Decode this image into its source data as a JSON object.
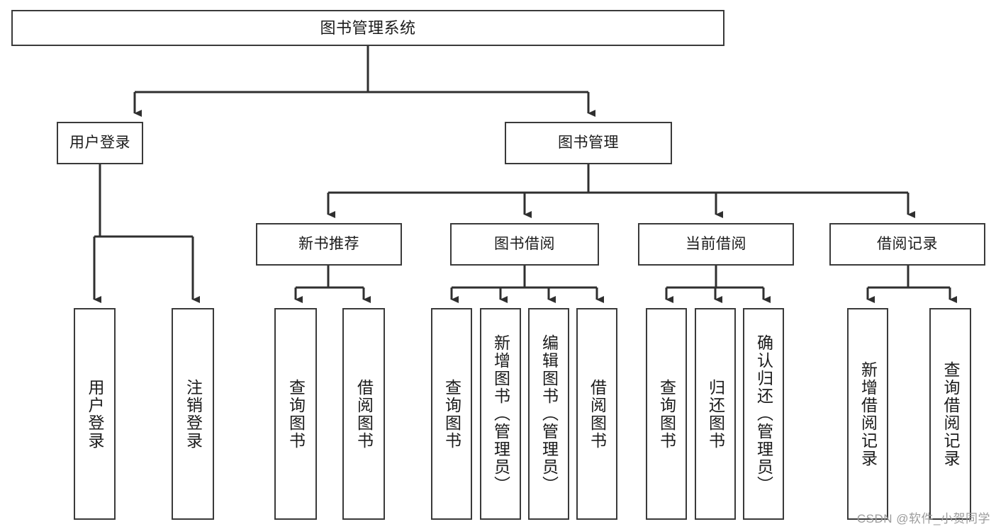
{
  "diagram": {
    "title": "图书管理系统",
    "type": "tree-hierarchy-diagram",
    "root": {
      "id": "root",
      "label": "图书管理系统"
    },
    "level2": [
      {
        "id": "user-login",
        "label": "用户登录"
      },
      {
        "id": "book-management",
        "label": "图书管理"
      }
    ],
    "level3": [
      {
        "id": "new-book-recommend",
        "label": "新书推荐"
      },
      {
        "id": "book-borrow",
        "label": "图书借阅"
      },
      {
        "id": "current-borrow",
        "label": "当前借阅"
      },
      {
        "id": "borrow-record",
        "label": "借阅记录"
      }
    ],
    "leaves": [
      {
        "id": "leaf-user-login",
        "label": "用户登录",
        "parent": "user-login"
      },
      {
        "id": "leaf-logout",
        "label": "注销登录",
        "parent": "user-login"
      },
      {
        "id": "leaf-query-book-1",
        "label": "查询图书",
        "parent": "new-book-recommend"
      },
      {
        "id": "leaf-borrow-book-1",
        "label": "借阅图书",
        "parent": "new-book-recommend"
      },
      {
        "id": "leaf-query-book-2",
        "label": "查询图书",
        "parent": "book-borrow"
      },
      {
        "id": "leaf-add-book",
        "label": "新增图书（管理员）",
        "parent": "book-borrow"
      },
      {
        "id": "leaf-edit-book",
        "label": "编辑图书（管理员）",
        "parent": "book-borrow"
      },
      {
        "id": "leaf-borrow-book-2",
        "label": "借阅图书",
        "parent": "book-borrow"
      },
      {
        "id": "leaf-query-book-3",
        "label": "查询图书",
        "parent": "current-borrow"
      },
      {
        "id": "leaf-return-book",
        "label": "归还图书",
        "parent": "current-borrow"
      },
      {
        "id": "leaf-confirm-return",
        "label": "确认归还（管理员）",
        "parent": "current-borrow"
      },
      {
        "id": "leaf-add-record",
        "label": "新增借阅记录",
        "parent": "borrow-record"
      },
      {
        "id": "leaf-query-record",
        "label": "查询借阅记录",
        "parent": "borrow-record"
      }
    ],
    "colors": {
      "border": "#3a3a3a",
      "background": "#ffffff",
      "text": "#1b1b1b",
      "connector": "#2f2f2f",
      "watermark": "#9c9c9c"
    }
  },
  "watermark": {
    "text": "CSDN @软件_小贺同学"
  }
}
